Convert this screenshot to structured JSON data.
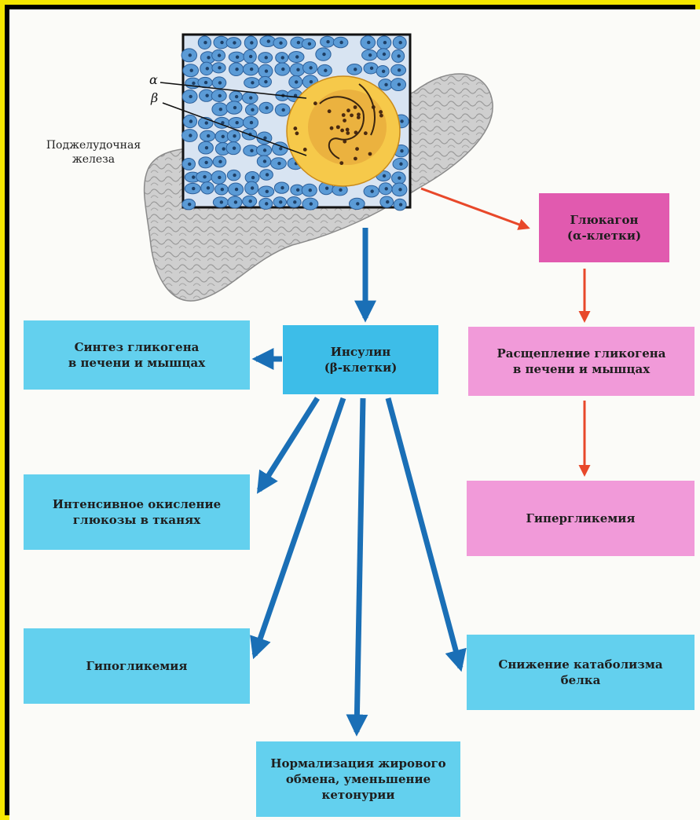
{
  "illustration": {
    "organ_label": "Поджелудочная\nжелеза",
    "alpha_label": "α",
    "beta_label": "β"
  },
  "boxes": {
    "glucagon": "Глюкагон\n(α-клетки)",
    "insulin": "Инсулин\n(β-клетки)",
    "glycogen_synthesis": "Синтез гликогена\nв печени и мышцах",
    "glycogen_breakdown": "Расщепление гликогена\nв печени и мышцах",
    "glucose_oxidation": "Интенсивное окисление\nглюкозы в тканях",
    "hyperglycemia": "Гипергликемия",
    "hypoglycemia": "Гипогликемия",
    "protein_catabolism": "Снижение катаболизма\nбелка",
    "fat_metabolism": "Нормализация жирового\nобмена, уменьшение\nкетонурии"
  },
  "colors": {
    "insulin_arrows": "#1a6fb6",
    "glucagon_arrows": "#e8482a",
    "frame": "#f5e600"
  }
}
